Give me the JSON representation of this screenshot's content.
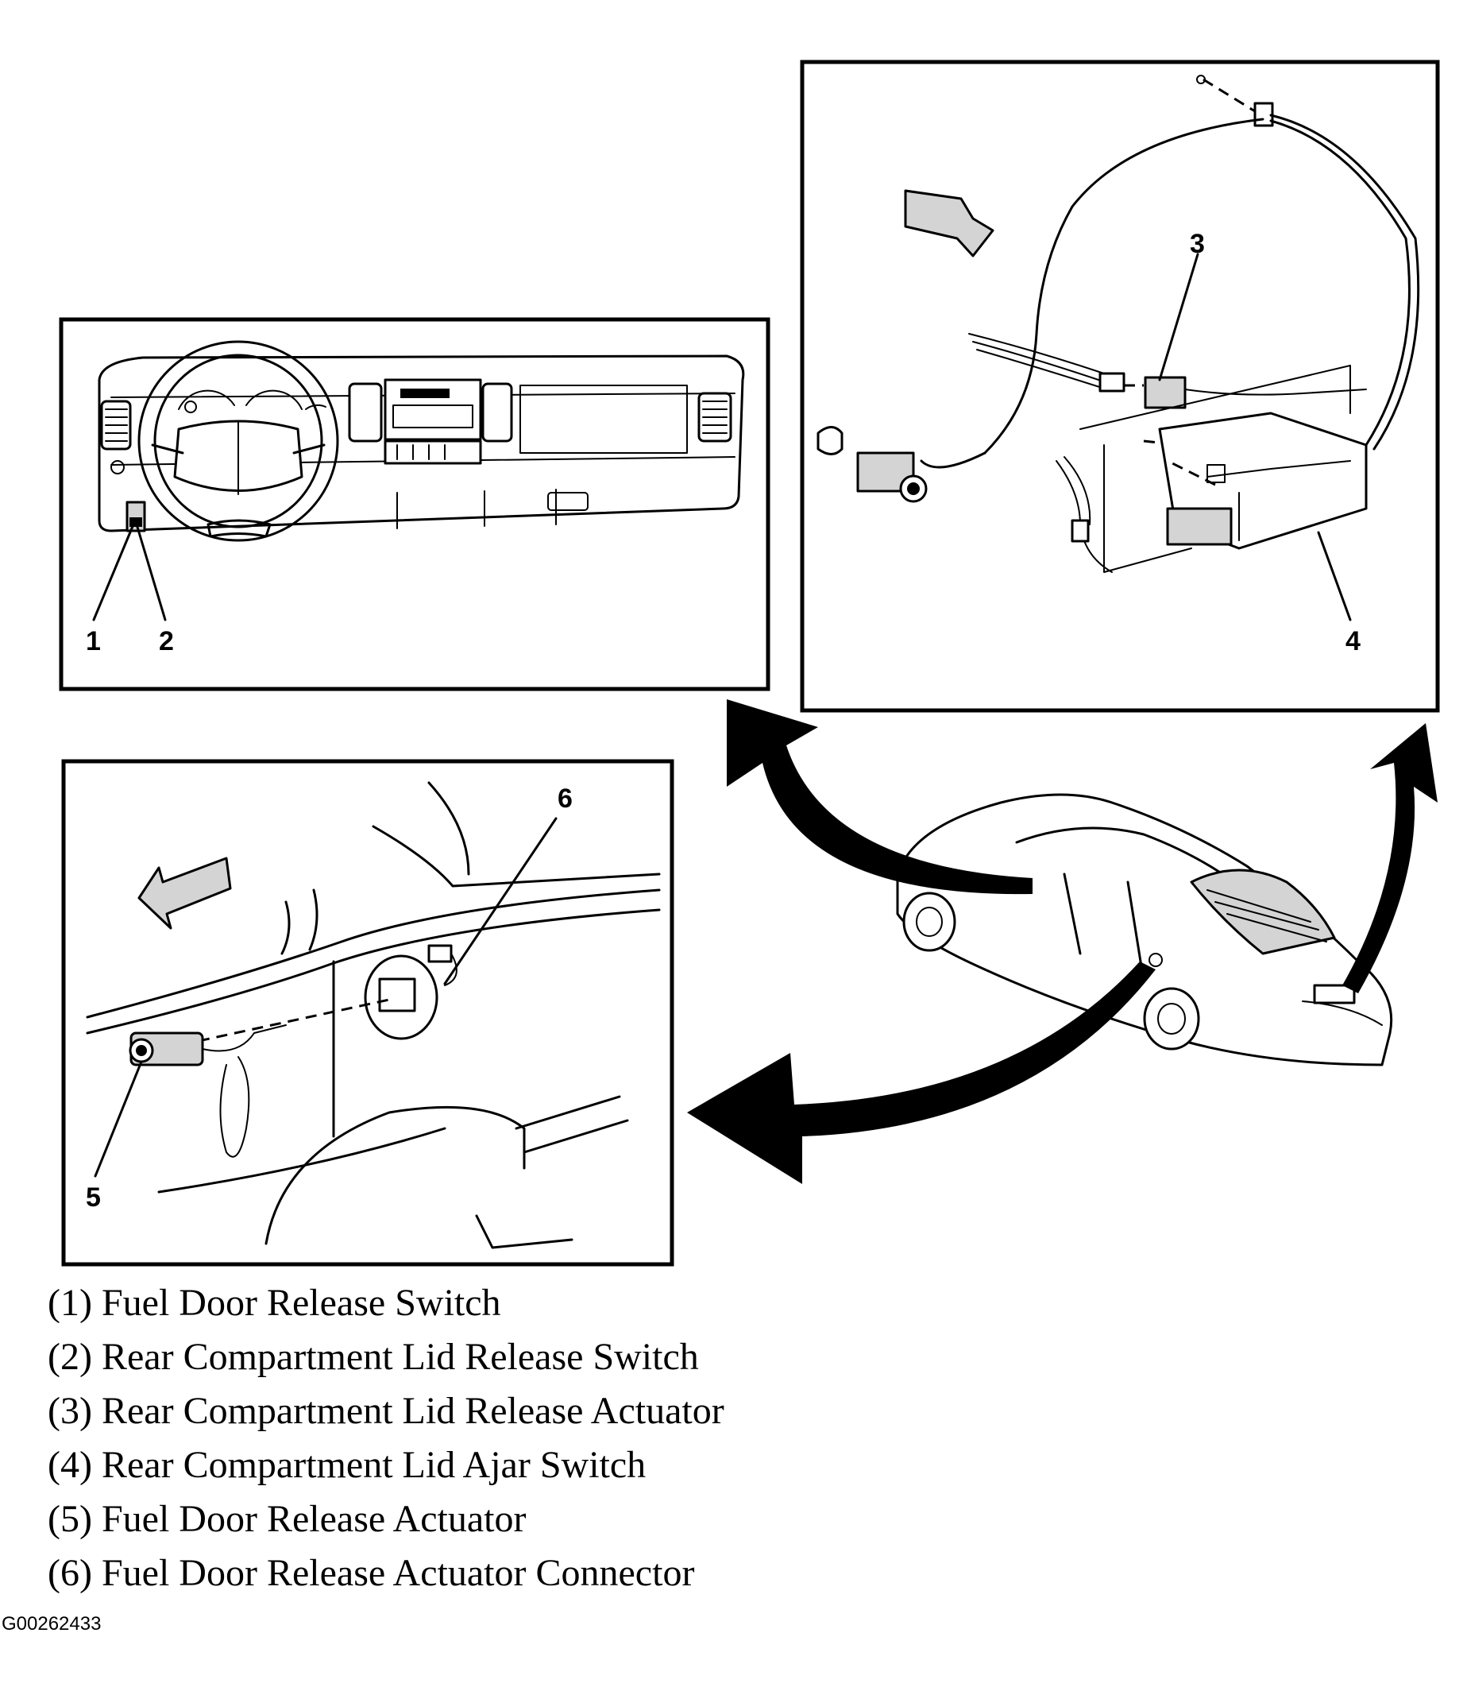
{
  "callouts": {
    "c1": "1",
    "c2": "2",
    "c3": "3",
    "c4": "4",
    "c5": "5",
    "c6": "6"
  },
  "legend": [
    "(1) Fuel Door Release Switch",
    "(2) Rear Compartment Lid Release Switch",
    "(3) Rear Compartment Lid Release Actuator",
    "(4) Rear Compartment Lid Ajar Switch",
    "(5) Fuel Door Release Actuator",
    "(6) Fuel Door Release Actuator Connector"
  ],
  "figure_id": "G00262433"
}
